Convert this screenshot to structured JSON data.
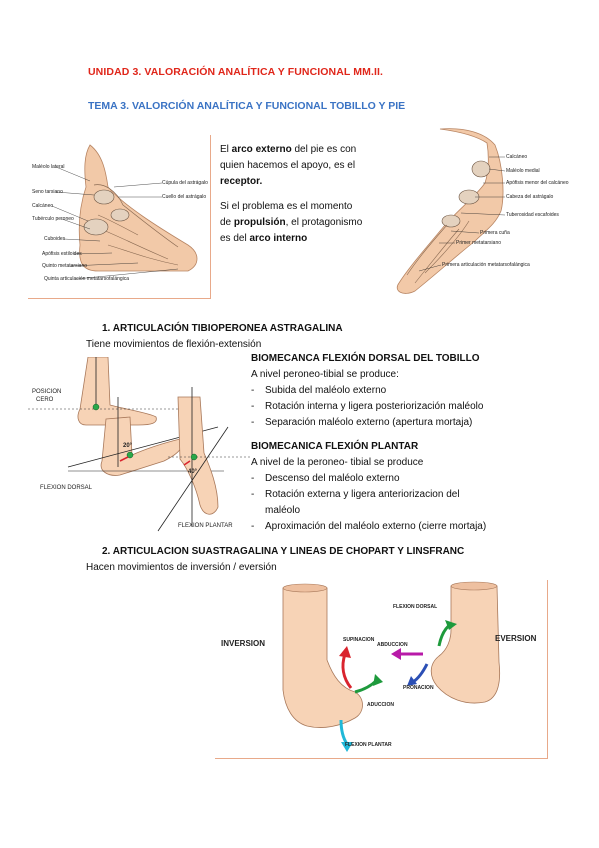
{
  "unit_title": "UNIDAD 3. VALORACIÓN ANALÍTICA Y FUNCIONAL MM.II.",
  "topic_title": "TEMA 3. VALORCIÓN ANALÍTICA Y FUNCIONAL TOBILLO Y PIE",
  "intro": {
    "line1_a": "El ",
    "line1_b": "arco externo",
    "line1_c": " del pie es con",
    "line2": "quien hacemos el apoyo, es el",
    "line3": "receptor.",
    "line4": "Si el problema es el momento",
    "line5_a": "de ",
    "line5_b": "propulsión",
    "line5_c": ", el protagonismo",
    "line6_a": "es del ",
    "line6_b": "arco interno"
  },
  "foot_lateral_labels": {
    "l1": "Maléolo lateral",
    "l2": "Seno tarsiano",
    "l3": "Calcáneo",
    "l4": "Tubérculo peroneo",
    "l5": "Cuboides",
    "l6": "Apófisis estiloides",
    "l7": "Quinto metatarsiano",
    "l8": "Quinta articulación metatarsofalángica",
    "r1": "Cúpula del astrágalo",
    "r2": "Cuello del astrágalo"
  },
  "foot_medial_labels": {
    "r1": "Calcáneo",
    "r2": "Maléolo medial",
    "r3": "Apófisis menor del calcáneo",
    "r4": "Cabeza del astrágalo",
    "r5": "Tuberosidad escafoides",
    "r6": "Primera cuña",
    "r7": "Primer metatarsiano",
    "r8": "Primera articulación metatarsofalángica"
  },
  "section1": {
    "heading": "1.   ARTICULACIÓN TIBIOPERONEA ASTRAGALINA",
    "sub": "Tiene movimientos de flexión-extensión",
    "dorsal_heading": "BIOMECANCA FLEXIÓN DORSAL DEL TOBILLO",
    "dorsal_intro": "A nivel peroneo-tibial se produce:",
    "dorsal_items": [
      "Subida del maléolo externo",
      "Rotación interna y ligera posteriorización maléolo",
      "Separación maléolo externo (apertura mortaja)"
    ],
    "plantar_heading": "BIOMECANICA FLEXIÓN PLANTAR",
    "plantar_intro": "A nivel de la peroneo- tibial se produce",
    "plantar_items": [
      "Descenso del maléolo externo",
      "Rotación externa y ligera anteriorizacion del maléolo",
      "Aproximación del maléolo externo (cierre mortaja)"
    ]
  },
  "section1_figure": {
    "pos_cero_1": "POSICION",
    "pos_cero_2": "CERO",
    "angle1": "20°",
    "angle2": "40°",
    "flexion_dorsal": "FLEXION DORSAL",
    "flexion_plantar": "FLEXION PLANTAR"
  },
  "section2": {
    "heading": "2.   ARTICULACION SUASTRAGALINA Y LINEAS DE CHOPART Y LINSFRANC",
    "sub": "Hacen movimientos de inversión / eversión"
  },
  "section2_figure": {
    "inversion": "INVERSION",
    "eversion": "EVERSION",
    "supinacion": "SUPINACION",
    "aduccion": "ADUCCION",
    "flexion_plantar": "FLEXION PLANTAR",
    "flexion_dorsal": "FLEXION DORSAL",
    "abduccion": "ABDUCCION",
    "pronacion": "PRONACION"
  },
  "colors": {
    "unit_title": "#e0261a",
    "topic_title": "#3a73c4",
    "arrow_red": "#d9242e",
    "arrow_green": "#1e9a3c",
    "arrow_cyan": "#20b8d8",
    "arrow_magenta": "#b81aa8"
  }
}
